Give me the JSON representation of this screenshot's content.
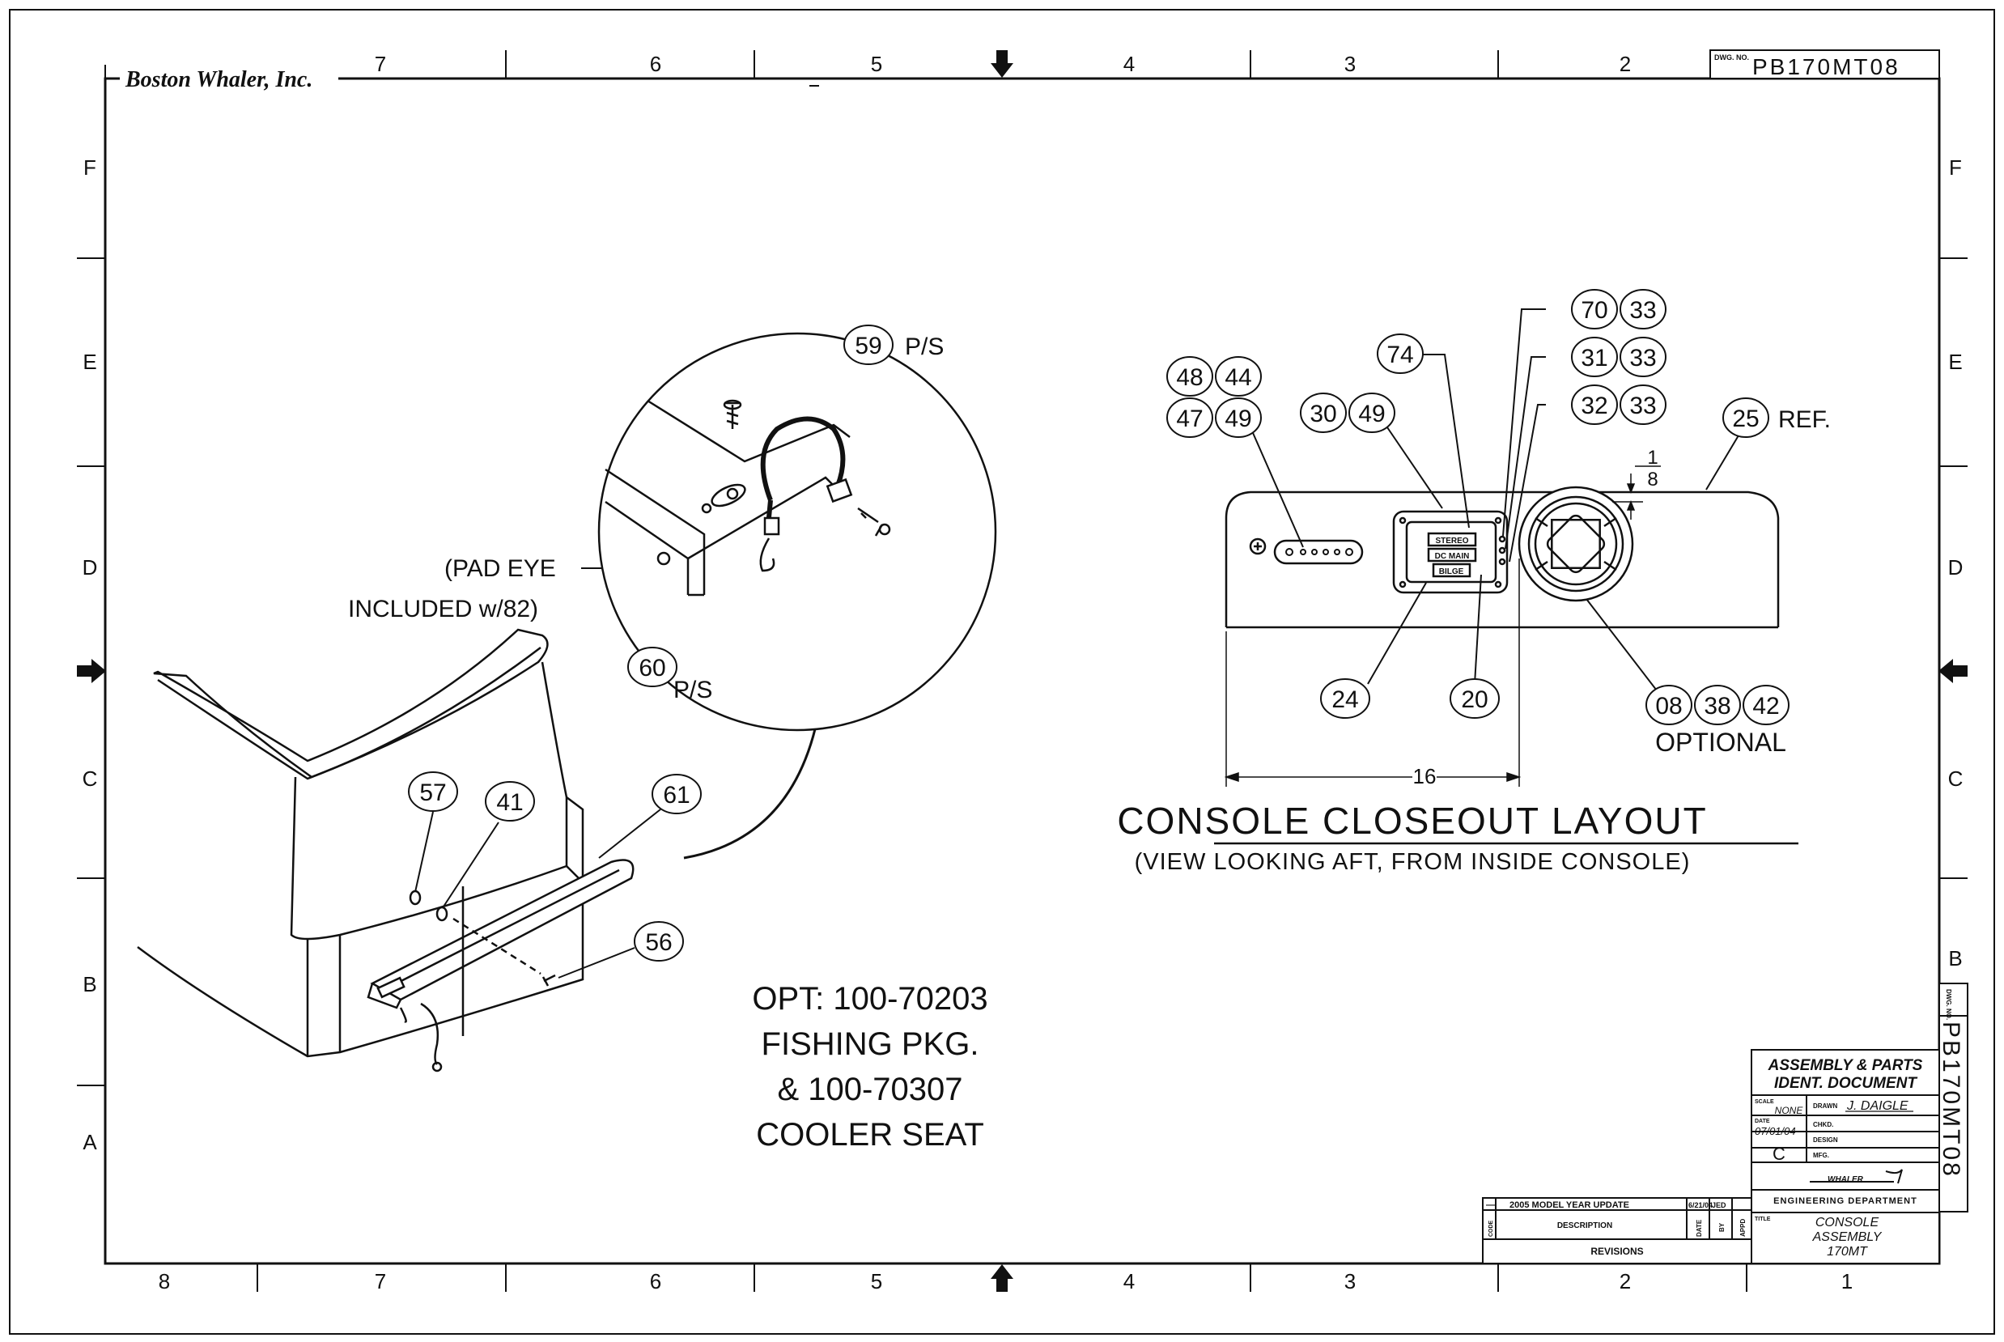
{
  "title_block": {
    "company": "Boston Whaler, Inc.",
    "dwg_no_label": "DWG. NO.",
    "dwg_no": "PB170MT08",
    "doc_line1": "ASSEMBLY & PARTS",
    "doc_line2": "IDENT. DOCUMENT",
    "scale_label": "SCALE",
    "scale": "NONE",
    "drawn_label": "DRAWN",
    "drawn": "J. DAIGLE",
    "date_label": "DATE",
    "date": "07/01/04",
    "chkd_label": "CHKD.",
    "design_label": "DESIGN",
    "mfg_label": "MFG.",
    "rev": "C",
    "dept": "ENGINEERING DEPARTMENT",
    "title_label": "TITLE",
    "title1": "CONSOLE",
    "title2": "ASSEMBLY",
    "title3": "170MT",
    "logo_text": "WHALER"
  },
  "revisions": {
    "rev_mark": "—",
    "description": "2005 MODEL YEAR UPDATE",
    "rev_date": "6/21/04",
    "rev_by": "JED",
    "col_code": "CODE",
    "col_desc": "DESCRIPTION",
    "col_date": "DATE",
    "col_by": "BY",
    "col_appd": "APPD",
    "heading": "REVISIONS"
  },
  "grid": {
    "top_cols": [
      "7",
      "6",
      "5",
      "4",
      "3",
      "2"
    ],
    "bottom_cols": [
      "8",
      "7",
      "6",
      "5",
      "4",
      "3",
      "2",
      "1"
    ],
    "rows": [
      "F",
      "E",
      "D",
      "C",
      "B",
      "A"
    ]
  },
  "left_view": {
    "callout_59": "59",
    "ps_59": "P/S",
    "callout_60": "60",
    "ps_60": "P/S",
    "pad_eye_1": "(PAD EYE",
    "pad_eye_2": "INCLUDED w/82)",
    "callout_57": "57",
    "callout_41": "41",
    "callout_61": "61",
    "callout_56": "56",
    "opt_1": "OPT: 100-70203",
    "opt_2": "FISHING PKG.",
    "opt_3": "& 100-70307",
    "opt_4": "COOLER SEAT"
  },
  "right_view": {
    "c48": "48",
    "c44": "44",
    "c47": "47",
    "c49a": "49",
    "c30": "30",
    "c49b": "49",
    "c74": "74",
    "c70": "70",
    "c33a": "33",
    "c31": "31",
    "c33b": "33",
    "c32": "32",
    "c33c": "33",
    "c25": "25",
    "ref": "REF.",
    "c24": "24",
    "c20": "20",
    "c08": "08",
    "c38": "38",
    "c42": "42",
    "optional": "OPTIONAL",
    "frac_num": "1",
    "frac_den": "8",
    "dim_16": "16",
    "sw_stereo": "STEREO",
    "sw_dcmain": "DC MAIN",
    "sw_bilge": "BILGE",
    "layout_title": "CONSOLE CLOSEOUT LAYOUT",
    "layout_sub": "(VIEW LOOKING AFT, FROM INSIDE CONSOLE)"
  }
}
